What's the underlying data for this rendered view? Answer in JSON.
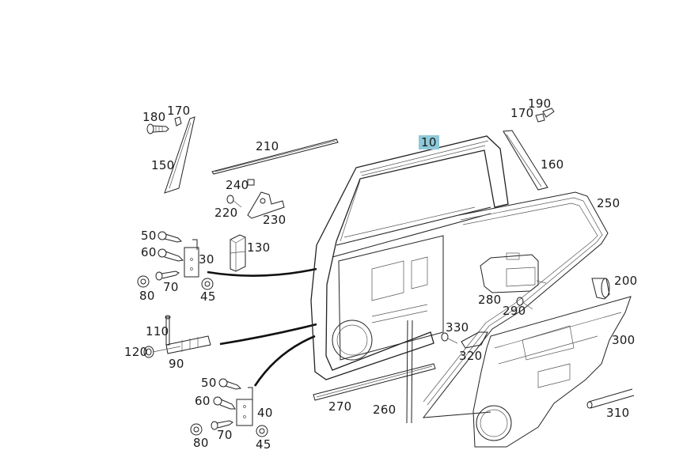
{
  "diagram": {
    "title": "Rear door assembly parts diagram",
    "highlight_color": "#8ec9d9",
    "highlighted_part": "10",
    "callouts": [
      {
        "id": "c10",
        "label": "10",
        "part": "door-frame-seal",
        "highlighted": true
      },
      {
        "id": "c30",
        "label": "30",
        "part": "upper-hinge"
      },
      {
        "id": "c40",
        "label": "40",
        "part": "lower-hinge"
      },
      {
        "id": "c45a",
        "label": "45",
        "part": "hinge-nut-upper"
      },
      {
        "id": "c45b",
        "label": "45",
        "part": "hinge-nut-lower"
      },
      {
        "id": "c50a",
        "label": "50",
        "part": "hinge-bolt-upper"
      },
      {
        "id": "c50b",
        "label": "50",
        "part": "hinge-bolt-lower"
      },
      {
        "id": "c60a",
        "label": "60",
        "part": "hinge-bolt-2-upper"
      },
      {
        "id": "c60b",
        "label": "60",
        "part": "hinge-bolt-2-lower"
      },
      {
        "id": "c70a",
        "label": "70",
        "part": "screw-upper"
      },
      {
        "id": "c70b",
        "label": "70",
        "part": "screw-lower"
      },
      {
        "id": "c80a",
        "label": "80",
        "part": "nut-upper"
      },
      {
        "id": "c80b",
        "label": "80",
        "part": "nut-lower"
      },
      {
        "id": "c90",
        "label": "90",
        "part": "door-check-strap"
      },
      {
        "id": "c110",
        "label": "110",
        "part": "pin"
      },
      {
        "id": "c120",
        "label": "120",
        "part": "washer"
      },
      {
        "id": "c130",
        "label": "130",
        "part": "buffer"
      },
      {
        "id": "c150",
        "label": "150",
        "part": "front-pillar-trim"
      },
      {
        "id": "c160",
        "label": "160",
        "part": "rear-pillar-trim"
      },
      {
        "id": "c170a",
        "label": "170",
        "part": "clip-front"
      },
      {
        "id": "c170b",
        "label": "170",
        "part": "clip-rear"
      },
      {
        "id": "c180",
        "label": "180",
        "part": "screw-front"
      },
      {
        "id": "c190",
        "label": "190",
        "part": "screw-rear"
      },
      {
        "id": "c200",
        "label": "200",
        "part": "cap"
      },
      {
        "id": "c210",
        "label": "210",
        "part": "window-belt-molding"
      },
      {
        "id": "c220",
        "label": "220",
        "part": "rivet"
      },
      {
        "id": "c230",
        "label": "230",
        "part": "bracket"
      },
      {
        "id": "c240",
        "label": "240",
        "part": "clip"
      },
      {
        "id": "c250",
        "label": "250",
        "part": "door-seal"
      },
      {
        "id": "c260",
        "label": "260",
        "part": "inner-seal"
      },
      {
        "id": "c270",
        "label": "270",
        "part": "lower-molding"
      },
      {
        "id": "c280",
        "label": "280",
        "part": "control-module"
      },
      {
        "id": "c290",
        "label": "290",
        "part": "module-screw"
      },
      {
        "id": "c300",
        "label": "300",
        "part": "door-inner-panel"
      },
      {
        "id": "c310",
        "label": "310",
        "part": "rod"
      },
      {
        "id": "c320",
        "label": "320",
        "part": "harness-clip"
      },
      {
        "id": "c330",
        "label": "330",
        "part": "plug"
      }
    ]
  }
}
